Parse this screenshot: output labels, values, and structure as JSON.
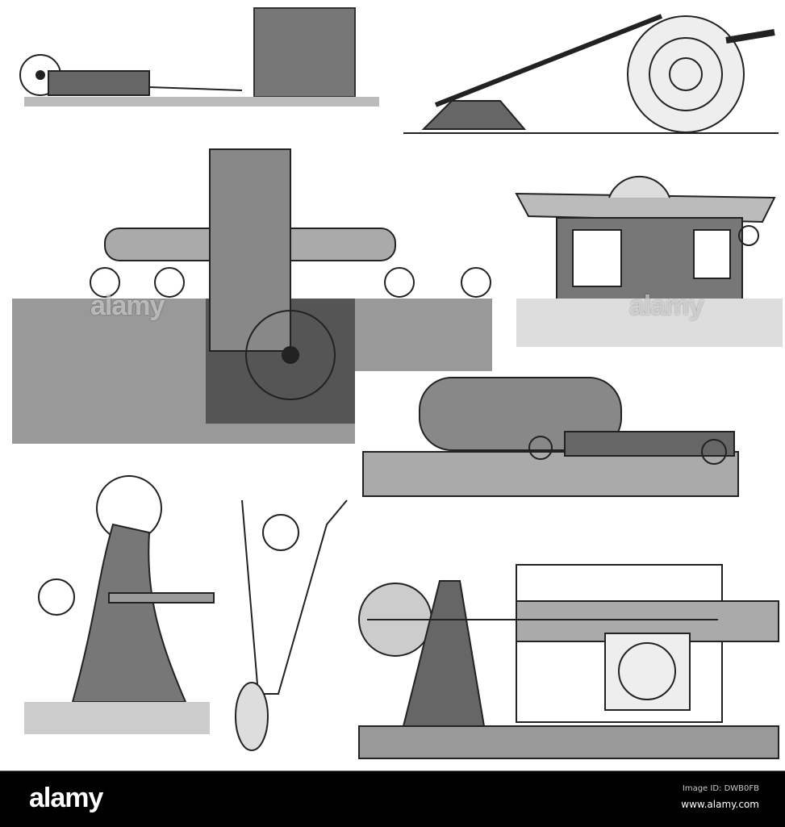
{
  "watermarks": [
    "alamy",
    "alamy"
  ],
  "footer": {
    "logo": "alamy",
    "image_id": "Image ID: DWB0FB",
    "website": "www.alamy.com"
  }
}
